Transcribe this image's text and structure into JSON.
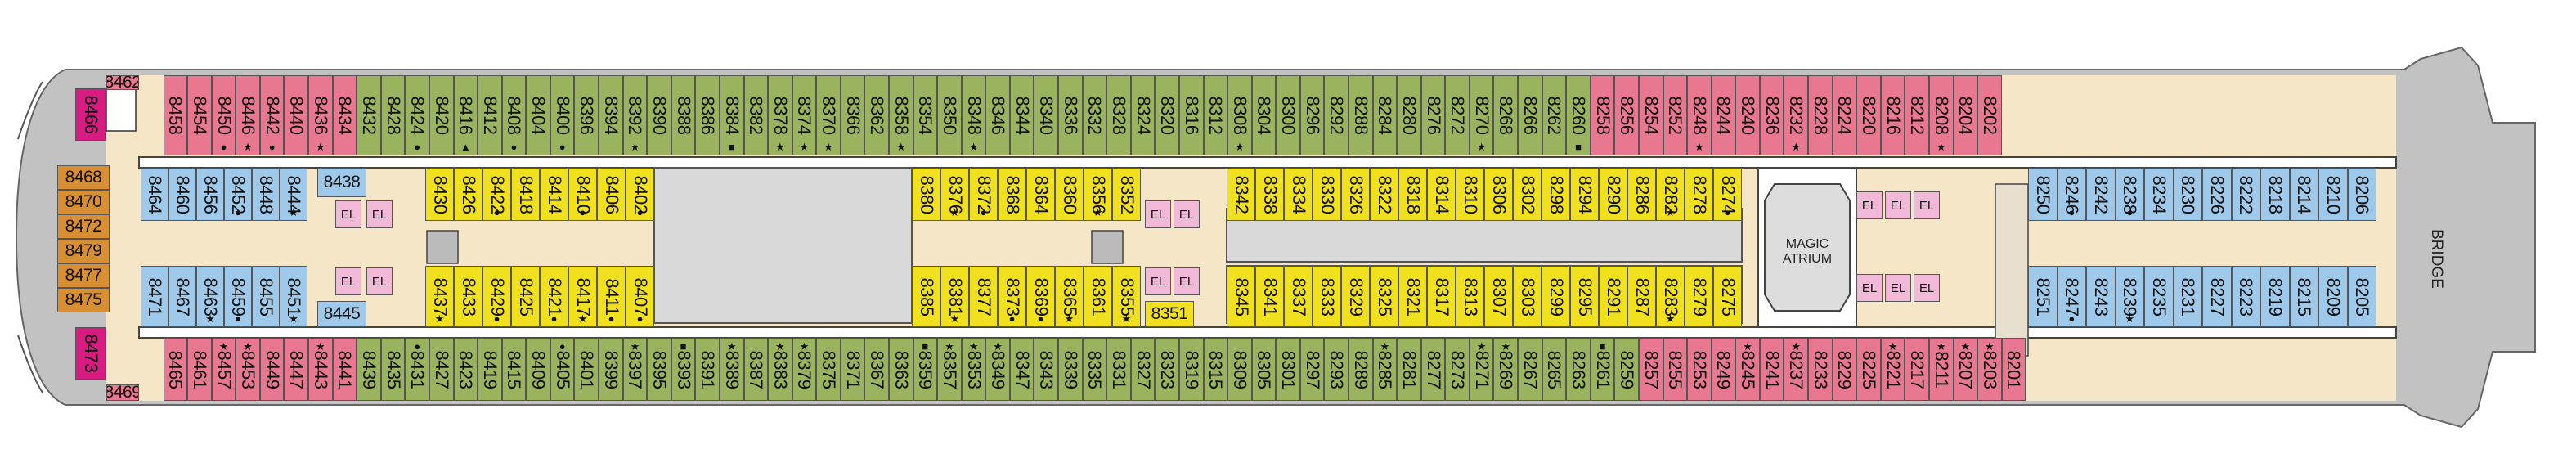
{
  "labels": {
    "bridge": "BRIDGE",
    "atrium_line1": "MAGIC",
    "atrium_line2": "ATRIUM",
    "elevator": "EL"
  },
  "colors": {
    "green": "#99b35e",
    "red": "#e8788f",
    "yellow": "#f0e01e",
    "blue": "#9ec9ea",
    "orange": "#d88e33",
    "magenta": "#d81b80",
    "grey": "#d9d9d9",
    "beige": "#f5e6c8",
    "elevator": "#f2b8d8",
    "hull": "#c2c2c2"
  },
  "legend_symbols": {
    "star": "★",
    "dot": "●",
    "triangle": "▲",
    "triangle_down": "▼",
    "square": "■"
  },
  "cabins": {
    "top_row": [
      {
        "id": "8462",
        "c": "red"
      },
      {
        "id": "8458",
        "c": "red"
      },
      {
        "id": "8454",
        "c": "red"
      },
      {
        "id": "8450",
        "c": "red",
        "s": "dot"
      },
      {
        "id": "8446",
        "c": "red",
        "s": "star"
      },
      {
        "id": "8442",
        "c": "red",
        "s": "dot"
      },
      {
        "id": "8440",
        "c": "red"
      },
      {
        "id": "8436",
        "c": "red",
        "s": "star"
      },
      {
        "id": "8434",
        "c": "red"
      },
      {
        "id": "8432",
        "c": "green"
      },
      {
        "id": "8428",
        "c": "green"
      },
      {
        "id": "8424",
        "c": "green",
        "s": "dot"
      },
      {
        "id": "8420",
        "c": "green"
      },
      {
        "id": "8416",
        "c": "green",
        "s": "triangle"
      },
      {
        "id": "8412",
        "c": "green"
      },
      {
        "id": "8408",
        "c": "green",
        "s": "dot"
      },
      {
        "id": "8404",
        "c": "green"
      },
      {
        "id": "8400",
        "c": "green",
        "s": "dot"
      },
      {
        "id": "8396",
        "c": "green"
      },
      {
        "id": "8394",
        "c": "green"
      },
      {
        "id": "8392",
        "c": "green",
        "s": "star"
      },
      {
        "id": "8390",
        "c": "green"
      },
      {
        "id": "8388",
        "c": "green"
      },
      {
        "id": "8386",
        "c": "green"
      },
      {
        "id": "8384",
        "c": "green",
        "s": "square"
      },
      {
        "id": "8382",
        "c": "green"
      },
      {
        "id": "8378",
        "c": "green",
        "s": "star"
      },
      {
        "id": "8374",
        "c": "green",
        "s": "star"
      },
      {
        "id": "8370",
        "c": "green",
        "s": "star"
      },
      {
        "id": "8366",
        "c": "green"
      },
      {
        "id": "8362",
        "c": "green"
      },
      {
        "id": "8358",
        "c": "green",
        "s": "star"
      },
      {
        "id": "8354",
        "c": "green"
      },
      {
        "id": "8350",
        "c": "green"
      },
      {
        "id": "8348",
        "c": "green",
        "s": "star"
      },
      {
        "id": "8346",
        "c": "green"
      },
      {
        "id": "8344",
        "c": "green"
      },
      {
        "id": "8340",
        "c": "green"
      },
      {
        "id": "8336",
        "c": "green"
      },
      {
        "id": "8332",
        "c": "green"
      },
      {
        "id": "8328",
        "c": "green"
      },
      {
        "id": "8324",
        "c": "green"
      },
      {
        "id": "8320",
        "c": "green"
      },
      {
        "id": "8316",
        "c": "green"
      },
      {
        "id": "8312",
        "c": "green"
      },
      {
        "id": "8308",
        "c": "green",
        "s": "star"
      },
      {
        "id": "8304",
        "c": "green"
      },
      {
        "id": "8300",
        "c": "green"
      },
      {
        "id": "8296",
        "c": "green"
      },
      {
        "id": "8292",
        "c": "green"
      },
      {
        "id": "8288",
        "c": "green"
      },
      {
        "id": "8284",
        "c": "green"
      },
      {
        "id": "8280",
        "c": "green"
      },
      {
        "id": "8276",
        "c": "green"
      },
      {
        "id": "8272",
        "c": "green"
      },
      {
        "id": "8270",
        "c": "green",
        "s": "star"
      },
      {
        "id": "8268",
        "c": "green"
      },
      {
        "id": "8266",
        "c": "green"
      },
      {
        "id": "8262",
        "c": "green"
      },
      {
        "id": "8260",
        "c": "green",
        "s": "square"
      },
      {
        "id": "8258",
        "c": "red"
      },
      {
        "id": "8256",
        "c": "red"
      },
      {
        "id": "8254",
        "c": "red"
      },
      {
        "id": "8252",
        "c": "red"
      },
      {
        "id": "8248",
        "c": "red",
        "s": "star"
      },
      {
        "id": "8244",
        "c": "red"
      },
      {
        "id": "8240",
        "c": "red"
      },
      {
        "id": "8236",
        "c": "red"
      },
      {
        "id": "8232",
        "c": "red",
        "s": "star"
      },
      {
        "id": "8228",
        "c": "red"
      },
      {
        "id": "8224",
        "c": "red"
      },
      {
        "id": "8220",
        "c": "red"
      },
      {
        "id": "8216",
        "c": "red"
      },
      {
        "id": "8212",
        "c": "red"
      },
      {
        "id": "8208",
        "c": "red",
        "s": "star"
      },
      {
        "id": "8204",
        "c": "red"
      },
      {
        "id": "8202",
        "c": "red"
      }
    ],
    "bottom_row": [
      {
        "id": "8469",
        "c": "red"
      },
      {
        "id": "8465",
        "c": "red"
      },
      {
        "id": "8461",
        "c": "red"
      },
      {
        "id": "8457",
        "c": "red",
        "s": "star"
      },
      {
        "id": "8453",
        "c": "red",
        "s": "star"
      },
      {
        "id": "8449",
        "c": "red"
      },
      {
        "id": "8447",
        "c": "red"
      },
      {
        "id": "8443",
        "c": "red",
        "s": "star"
      },
      {
        "id": "8441",
        "c": "red"
      },
      {
        "id": "8439",
        "c": "green"
      },
      {
        "id": "8435",
        "c": "green"
      },
      {
        "id": "8431",
        "c": "green",
        "s": "dot"
      },
      {
        "id": "8427",
        "c": "green"
      },
      {
        "id": "8423",
        "c": "green"
      },
      {
        "id": "8419",
        "c": "green"
      },
      {
        "id": "8415",
        "c": "green"
      },
      {
        "id": "8409",
        "c": "green"
      },
      {
        "id": "8405",
        "c": "green",
        "s": "dot"
      },
      {
        "id": "8401",
        "c": "green"
      },
      {
        "id": "8399",
        "c": "green"
      },
      {
        "id": "8397",
        "c": "green",
        "s": "star"
      },
      {
        "id": "8395",
        "c": "green"
      },
      {
        "id": "8393",
        "c": "green",
        "s": "square"
      },
      {
        "id": "8391",
        "c": "green"
      },
      {
        "id": "8389",
        "c": "green",
        "s": "star"
      },
      {
        "id": "8387",
        "c": "green"
      },
      {
        "id": "8383",
        "c": "green",
        "s": "star"
      },
      {
        "id": "8379",
        "c": "green",
        "s": "star"
      },
      {
        "id": "8375",
        "c": "green"
      },
      {
        "id": "8371",
        "c": "green"
      },
      {
        "id": "8367",
        "c": "green"
      },
      {
        "id": "8363",
        "c": "green"
      },
      {
        "id": "8359",
        "c": "green",
        "s": "square"
      },
      {
        "id": "8357",
        "c": "green",
        "s": "star"
      },
      {
        "id": "8353",
        "c": "green",
        "s": "star"
      },
      {
        "id": "8349",
        "c": "green",
        "s": "star"
      },
      {
        "id": "8347",
        "c": "green"
      },
      {
        "id": "8343",
        "c": "green"
      },
      {
        "id": "8339",
        "c": "green"
      },
      {
        "id": "8335",
        "c": "green"
      },
      {
        "id": "8331",
        "c": "green"
      },
      {
        "id": "8327",
        "c": "green"
      },
      {
        "id": "8323",
        "c": "green"
      },
      {
        "id": "8319",
        "c": "green"
      },
      {
        "id": "8315",
        "c": "green"
      },
      {
        "id": "8309",
        "c": "green"
      },
      {
        "id": "8305",
        "c": "green"
      },
      {
        "id": "8301",
        "c": "green"
      },
      {
        "id": "8297",
        "c": "green"
      },
      {
        "id": "8293",
        "c": "green"
      },
      {
        "id": "8289",
        "c": "green"
      },
      {
        "id": "8285",
        "c": "green",
        "s": "star"
      },
      {
        "id": "8281",
        "c": "green"
      },
      {
        "id": "8277",
        "c": "green"
      },
      {
        "id": "8273",
        "c": "green"
      },
      {
        "id": "8271",
        "c": "green",
        "s": "star"
      },
      {
        "id": "8269",
        "c": "green",
        "s": "star"
      },
      {
        "id": "8267",
        "c": "green"
      },
      {
        "id": "8265",
        "c": "green"
      },
      {
        "id": "8263",
        "c": "green"
      },
      {
        "id": "8261",
        "c": "green",
        "s": "square"
      },
      {
        "id": "8259",
        "c": "green"
      },
      {
        "id": "8257",
        "c": "red"
      },
      {
        "id": "8255",
        "c": "red"
      },
      {
        "id": "8253",
        "c": "red"
      },
      {
        "id": "8249",
        "c": "red"
      },
      {
        "id": "8245",
        "c": "red",
        "s": "star"
      },
      {
        "id": "8241",
        "c": "red"
      },
      {
        "id": "8237",
        "c": "red",
        "s": "star"
      },
      {
        "id": "8233",
        "c": "red"
      },
      {
        "id": "8229",
        "c": "red"
      },
      {
        "id": "8225",
        "c": "red"
      },
      {
        "id": "8221",
        "c": "red",
        "s": "star"
      },
      {
        "id": "8217",
        "c": "red"
      },
      {
        "id": "8211",
        "c": "red",
        "s": "star"
      },
      {
        "id": "8207",
        "c": "red",
        "s": "star"
      },
      {
        "id": "8203",
        "c": "red",
        "s": "star"
      },
      {
        "id": "8201",
        "c": "red"
      }
    ],
    "inner_top": [
      {
        "id": "8464",
        "c": "blue"
      },
      {
        "id": "8460",
        "c": "blue"
      },
      {
        "id": "8456",
        "c": "blue"
      },
      {
        "id": "8452",
        "c": "blue",
        "s": "dot"
      },
      {
        "id": "8448",
        "c": "blue"
      },
      {
        "id": "8444",
        "c": "blue",
        "s": "star"
      },
      {
        "id": "8430",
        "c": "yellow"
      },
      {
        "id": "8426",
        "c": "yellow"
      },
      {
        "id": "8422",
        "c": "yellow",
        "s": "dot"
      },
      {
        "id": "8418",
        "c": "yellow"
      },
      {
        "id": "8414",
        "c": "yellow"
      },
      {
        "id": "8410",
        "c": "yellow",
        "s": "dot"
      },
      {
        "id": "8406",
        "c": "yellow"
      },
      {
        "id": "8402",
        "c": "yellow",
        "s": "dot"
      },
      {
        "id": "8380",
        "c": "yellow"
      },
      {
        "id": "8376",
        "c": "yellow",
        "s": "star"
      },
      {
        "id": "8372",
        "c": "yellow",
        "s": "dot"
      },
      {
        "id": "8368",
        "c": "yellow"
      },
      {
        "id": "8364",
        "c": "yellow"
      },
      {
        "id": "8360",
        "c": "yellow"
      },
      {
        "id": "8356",
        "c": "yellow",
        "s": "star"
      },
      {
        "id": "8352",
        "c": "yellow"
      },
      {
        "id": "8342",
        "c": "yellow"
      },
      {
        "id": "8338",
        "c": "yellow"
      },
      {
        "id": "8334",
        "c": "yellow"
      },
      {
        "id": "8330",
        "c": "yellow"
      },
      {
        "id": "8326",
        "c": "yellow"
      },
      {
        "id": "8322",
        "c": "yellow"
      },
      {
        "id": "8318",
        "c": "yellow"
      },
      {
        "id": "8314",
        "c": "yellow"
      },
      {
        "id": "8310",
        "c": "yellow"
      },
      {
        "id": "8306",
        "c": "yellow"
      },
      {
        "id": "8302",
        "c": "yellow"
      },
      {
        "id": "8298",
        "c": "yellow"
      },
      {
        "id": "8294",
        "c": "yellow"
      },
      {
        "id": "8290",
        "c": "yellow"
      },
      {
        "id": "8286",
        "c": "yellow"
      },
      {
        "id": "8282",
        "c": "yellow",
        "s": "star"
      },
      {
        "id": "8278",
        "c": "yellow"
      },
      {
        "id": "8274",
        "c": "yellow",
        "s": "dot"
      },
      {
        "id": "8250",
        "c": "blue"
      },
      {
        "id": "8246",
        "c": "blue",
        "s": "dot"
      },
      {
        "id": "8242",
        "c": "blue"
      },
      {
        "id": "8238",
        "c": "blue",
        "s": "dot"
      },
      {
        "id": "8234",
        "c": "blue"
      },
      {
        "id": "8230",
        "c": "blue"
      },
      {
        "id": "8226",
        "c": "blue"
      },
      {
        "id": "8222",
        "c": "blue"
      },
      {
        "id": "8218",
        "c": "blue"
      },
      {
        "id": "8214",
        "c": "blue"
      },
      {
        "id": "8210",
        "c": "blue"
      },
      {
        "id": "8206",
        "c": "blue"
      }
    ],
    "inner_bottom": [
      {
        "id": "8471",
        "c": "blue"
      },
      {
        "id": "8467",
        "c": "blue"
      },
      {
        "id": "8463",
        "c": "blue",
        "s": "star"
      },
      {
        "id": "8459",
        "c": "blue",
        "s": "dot"
      },
      {
        "id": "8455",
        "c": "blue"
      },
      {
        "id": "8451",
        "c": "blue",
        "s": "star"
      },
      {
        "id": "8437",
        "c": "yellow",
        "s": "star"
      },
      {
        "id": "8433",
        "c": "yellow"
      },
      {
        "id": "8429",
        "c": "yellow",
        "s": "dot"
      },
      {
        "id": "8425",
        "c": "yellow"
      },
      {
        "id": "8421",
        "c": "yellow",
        "s": "dot"
      },
      {
        "id": "8417",
        "c": "yellow",
        "s": "star"
      },
      {
        "id": "8411",
        "c": "yellow",
        "s": "dot"
      },
      {
        "id": "8407",
        "c": "yellow",
        "s": "dot"
      },
      {
        "id": "8385",
        "c": "yellow"
      },
      {
        "id": "8381",
        "c": "yellow",
        "s": "star"
      },
      {
        "id": "8377",
        "c": "yellow"
      },
      {
        "id": "8373",
        "c": "yellow",
        "s": "dot"
      },
      {
        "id": "8369",
        "c": "yellow",
        "s": "dot"
      },
      {
        "id": "8365",
        "c": "yellow",
        "s": "star"
      },
      {
        "id": "8361",
        "c": "yellow"
      },
      {
        "id": "8355",
        "c": "yellow",
        "s": "star"
      },
      {
        "id": "8345",
        "c": "yellow"
      },
      {
        "id": "8341",
        "c": "yellow"
      },
      {
        "id": "8337",
        "c": "yellow"
      },
      {
        "id": "8333",
        "c": "yellow"
      },
      {
        "id": "8329",
        "c": "yellow"
      },
      {
        "id": "8325",
        "c": "yellow"
      },
      {
        "id": "8321",
        "c": "yellow"
      },
      {
        "id": "8317",
        "c": "yellow"
      },
      {
        "id": "8313",
        "c": "yellow"
      },
      {
        "id": "8307",
        "c": "yellow"
      },
      {
        "id": "8303",
        "c": "yellow"
      },
      {
        "id": "8299",
        "c": "yellow"
      },
      {
        "id": "8295",
        "c": "yellow"
      },
      {
        "id": "8291",
        "c": "yellow"
      },
      {
        "id": "8287",
        "c": "yellow"
      },
      {
        "id": "8283",
        "c": "yellow",
        "s": "star"
      },
      {
        "id": "8279",
        "c": "yellow"
      },
      {
        "id": "8275",
        "c": "yellow"
      },
      {
        "id": "8251",
        "c": "blue"
      },
      {
        "id": "8247",
        "c": "blue",
        "s": "dot"
      },
      {
        "id": "8243",
        "c": "blue"
      },
      {
        "id": "8239",
        "c": "blue",
        "s": "star"
      },
      {
        "id": "8235",
        "c": "blue"
      },
      {
        "id": "8231",
        "c": "blue"
      },
      {
        "id": "8227",
        "c": "blue"
      },
      {
        "id": "8223",
        "c": "blue"
      },
      {
        "id": "8219",
        "c": "blue"
      },
      {
        "id": "8215",
        "c": "blue"
      },
      {
        "id": "8209",
        "c": "blue"
      },
      {
        "id": "8205",
        "c": "blue"
      }
    ],
    "horizontal": [
      {
        "id": "8438",
        "c": "blue"
      },
      {
        "id": "8445",
        "c": "blue"
      },
      {
        "id": "8351",
        "c": "yellow"
      }
    ],
    "stern_orange": [
      {
        "id": "8468",
        "c": "orange"
      },
      {
        "id": "8470",
        "c": "orange"
      },
      {
        "id": "8472",
        "c": "orange"
      },
      {
        "id": "8479",
        "c": "orange"
      },
      {
        "id": "8477",
        "c": "orange"
      },
      {
        "id": "8475",
        "c": "orange"
      }
    ],
    "stern_magenta": [
      {
        "id": "8466",
        "c": "magenta"
      },
      {
        "id": "8473",
        "c": "magenta"
      }
    ]
  }
}
